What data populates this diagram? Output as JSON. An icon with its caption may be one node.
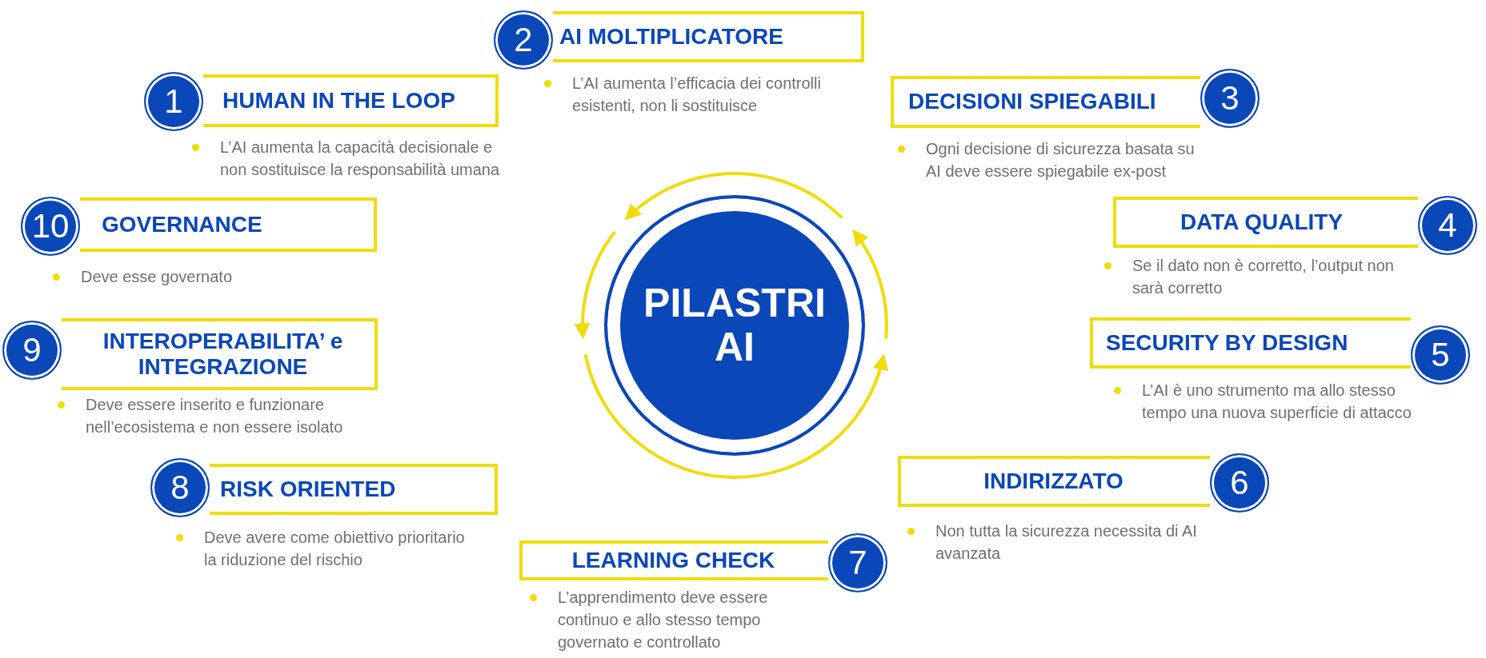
{
  "diagram": {
    "nodes": [
      {
        "text": [
          "PILASTRI AI"
        ]
      },
      {
        "text": [
          "HUMAN IN THE LOOP"
        ],
        "beside": [
          "L’AI aumenta la capacità decisionale e non sostituisce la responsabilità umana"
        ]
      },
      {
        "text": [
          "1"
        ]
      },
      {
        "text": [
          "AI MOLTIPLICATORE"
        ],
        "beside": [
          "L’AI aumenta l’efficacia dei controlli esistenti, non li sostituisce"
        ]
      },
      {
        "text": [
          "2"
        ]
      },
      {
        "text": [
          "DECISIONI SPIEGABILI"
        ],
        "beside": [
          "Ogni decisione di sicurezza basata su AI deve essere spiegabile ex-post"
        ]
      },
      {
        "text": [
          "3"
        ]
      },
      {
        "text": [
          "DATA QUALITY"
        ],
        "beside": [
          "Se il dato non è corretto, l’output non sarà corretto"
        ]
      },
      {
        "text": [
          "4"
        ]
      },
      {
        "text": [
          "SECURITY BY DESIGN"
        ]
      },
      {
        "text": [
          "5"
        ],
        "beside": [
          "L’AI è uno strumento ma allo stesso tempo una nuova superficie di attacco"
        ]
      },
      {
        "text": [
          "INDIRIZZATO"
        ],
        "beside": [
          "Non tutta la sicurezza necessita di AI avanzata"
        ]
      },
      {
        "text": [
          "6"
        ]
      },
      {
        "text": [
          "LEARNING CHECK"
        ],
        "beside": [
          "L’apprendimento deve essere continuo e allo stesso tempo governato e controllato"
        ]
      },
      {
        "text": [
          "7"
        ]
      },
      {
        "text": [
          "RISK ORIENTED"
        ],
        "beside": [
          "Deve avere come obiettivo prioritario la riduzione del rischio"
        ]
      },
      {
        "text": [
          "8"
        ]
      },
      {
        "text": [
          "INTEROPERABILITA’ e INTEGRAZIONE"
        ],
        "beside": [
          "Deve essere inserito e funzionare nell’ecosistema e non essere isolato"
        ]
      },
      {
        "text": [
          "9"
        ]
      },
      {
        "text": [
          "GOVERNANCE"
        ],
        "beside": [
          "Deve esse governato"
        ]
      },
      {
        "text": [
          "10"
        ]
      }
    ]
  }
}
